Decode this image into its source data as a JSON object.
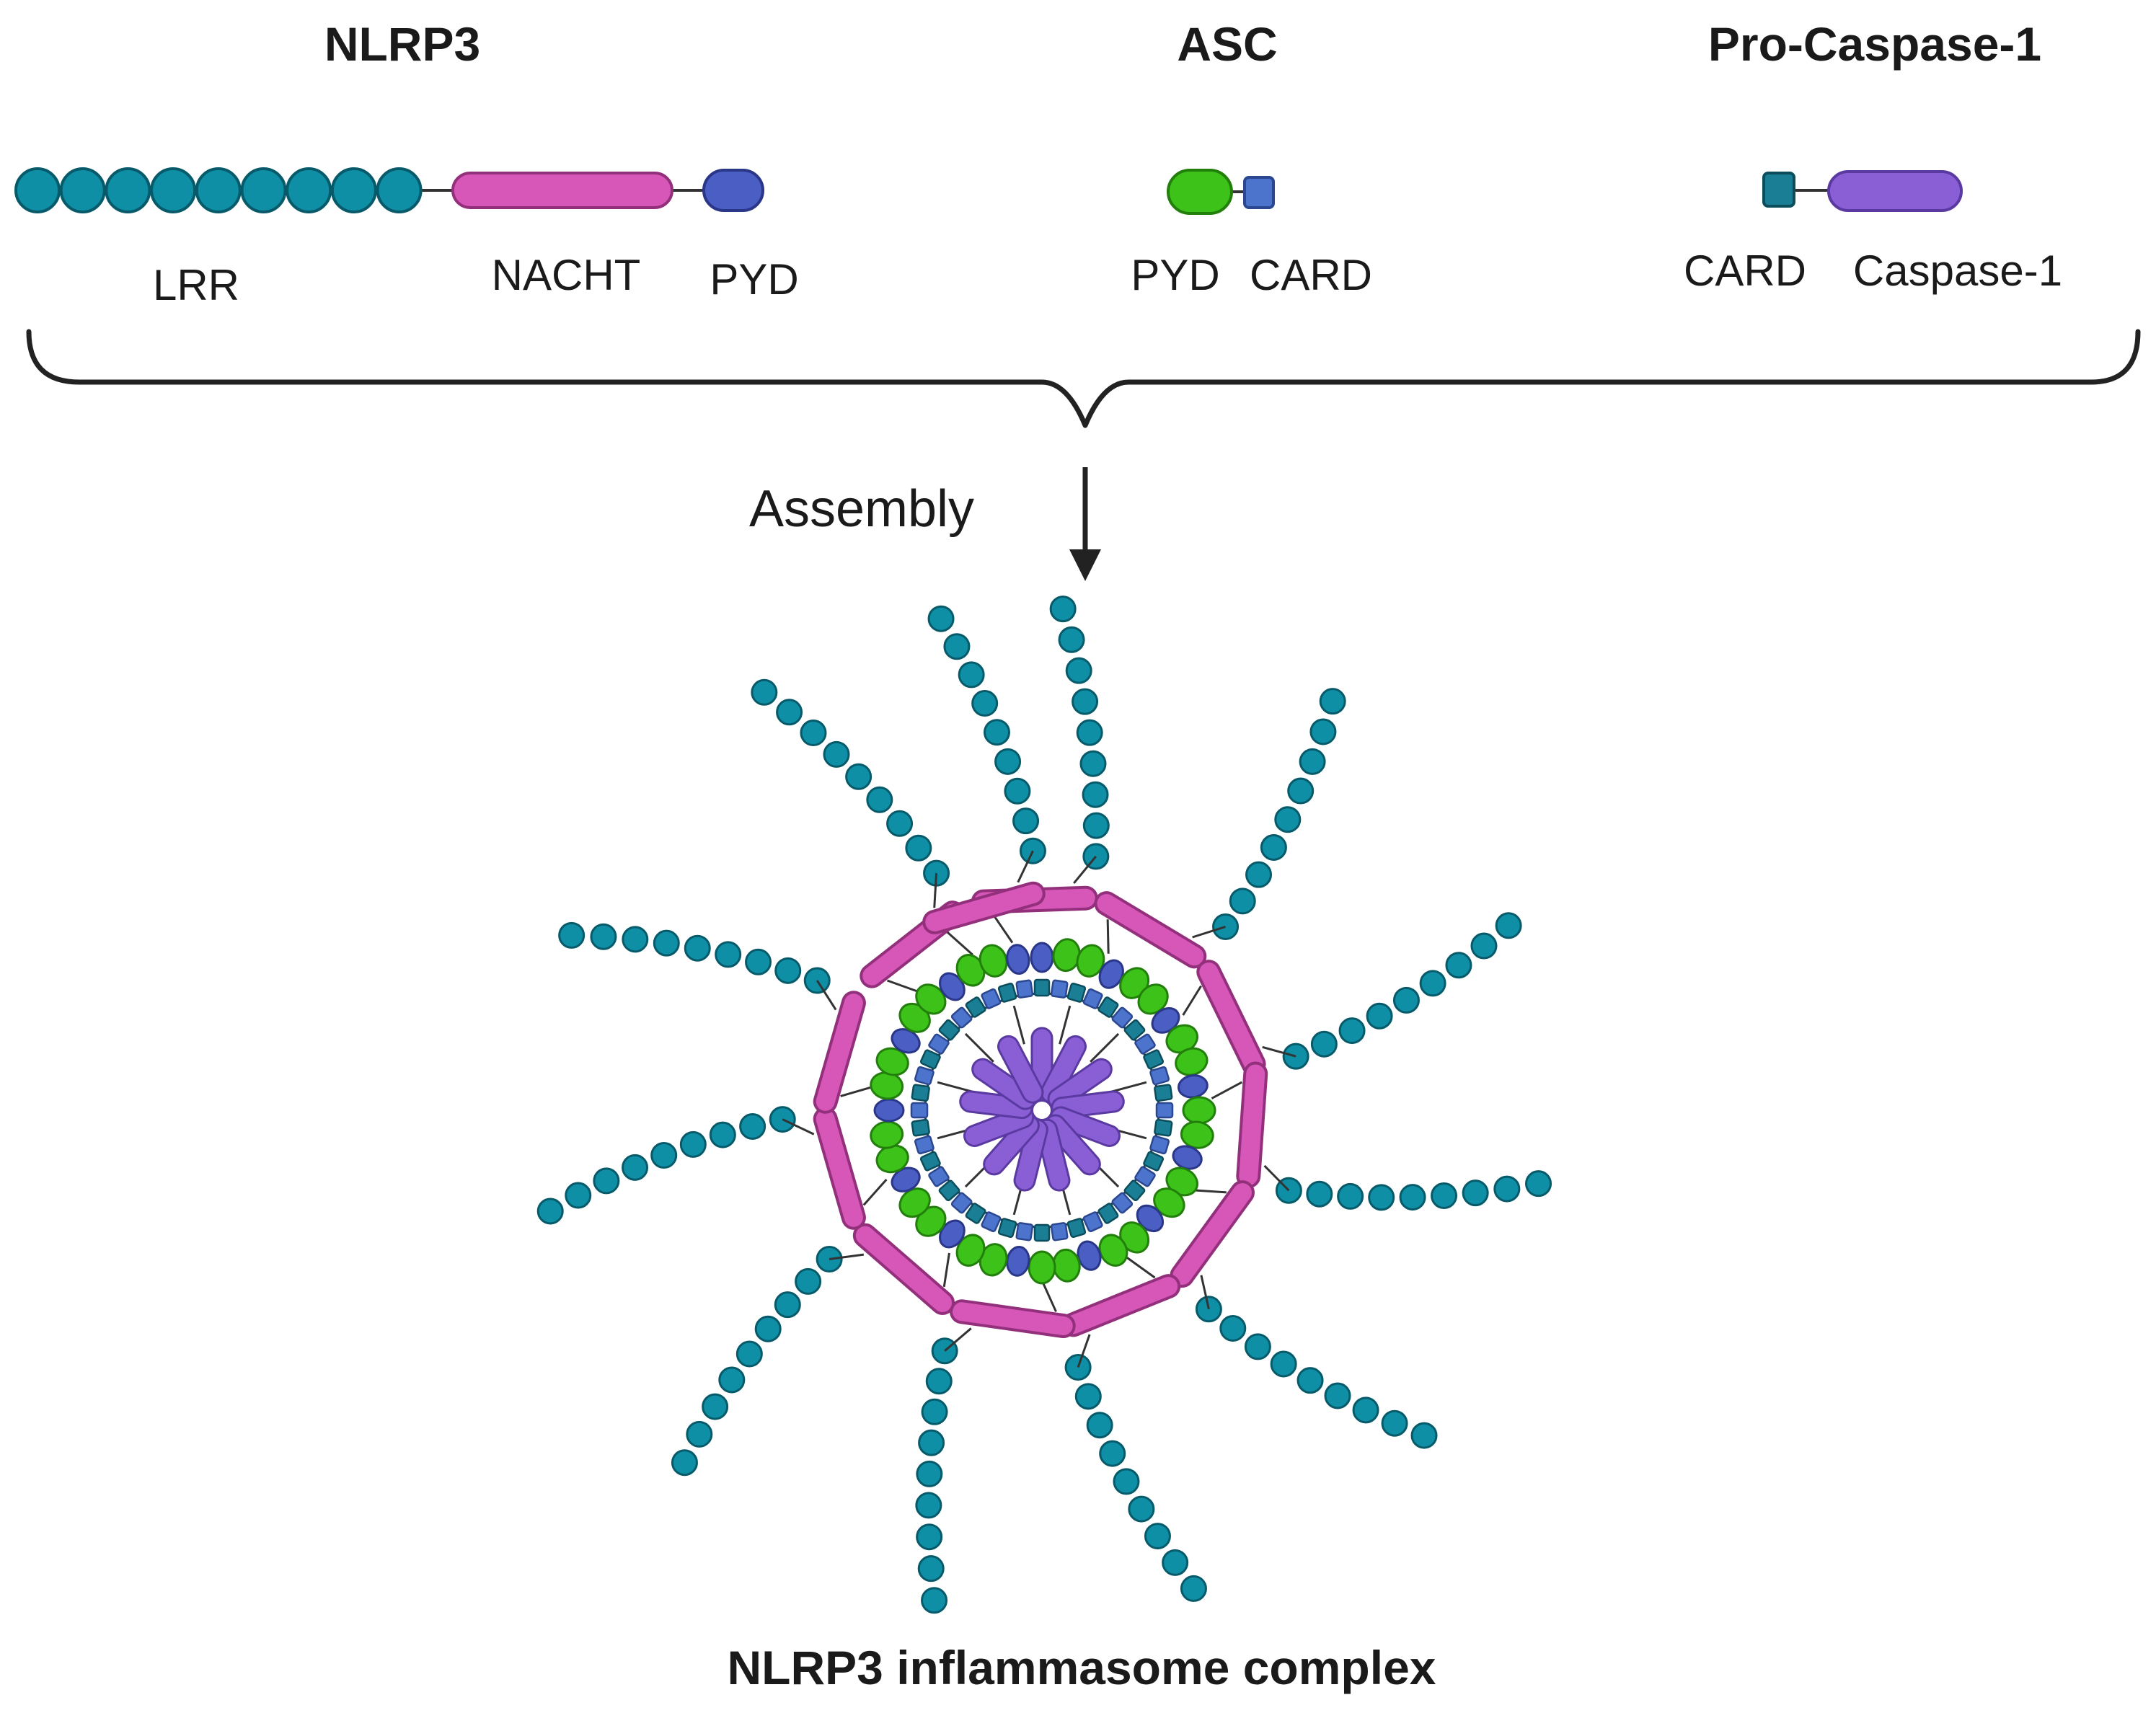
{
  "proteins": {
    "nlrp3": {
      "title": "NLRP3",
      "domains": {
        "lrr": "LRR",
        "nacht": "NACHT",
        "pyd": "PYD"
      }
    },
    "asc": {
      "title": "ASC",
      "domains": {
        "pyd": "PYD",
        "card": "CARD"
      }
    },
    "procaspase": {
      "title": "Pro-Caspase-1",
      "domains": {
        "card": "CARD",
        "caspase": "Caspase-1"
      }
    }
  },
  "assembly_label": "Assembly",
  "complex_label": "NLRP3 inflammasome complex",
  "colors": {
    "lrr": "#0e8fa5",
    "lrr_stroke": "#075a69",
    "nacht": "#d657b8",
    "nacht_stroke": "#93307c",
    "nlrp3_pyd": "#4a5ec4",
    "nlrp3_pyd_stroke": "#2a3687",
    "asc_pyd": "#3dc21a",
    "asc_pyd_stroke": "#237f0c",
    "asc_card": "#4c74cc",
    "asc_card_stroke": "#2a4790",
    "casp_card": "#1a7f95",
    "casp_card_stroke": "#0c4d5c",
    "caspase": "#8a5fd6",
    "caspase_stroke": "#5a3aa0",
    "line": "#333333"
  }
}
